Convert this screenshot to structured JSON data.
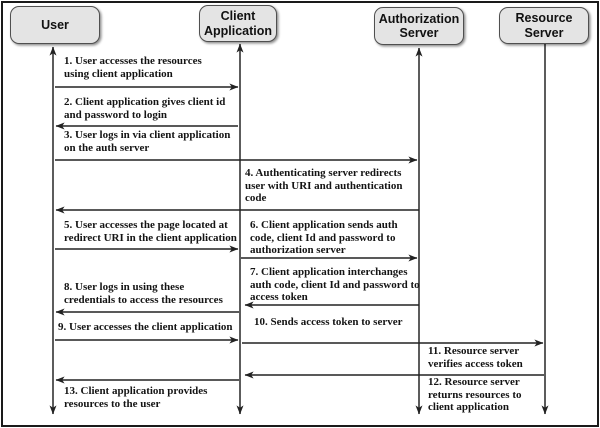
{
  "diagram": {
    "type": "sequence-diagram",
    "colors": {
      "actor_fill": "#e4e4e4",
      "actor_border": "#4f4f4f",
      "line": "#222222",
      "text": "#141414",
      "background": "#ffffff"
    }
  },
  "actors": [
    {
      "label": "User"
    },
    {
      "label": "Client Application"
    },
    {
      "label": "Authorization Server"
    },
    {
      "label": "Resource Server"
    }
  ],
  "messages": [
    {
      "id": 1,
      "label": "1. User accesses the resources\nusing client application",
      "from": "User",
      "to": "Client Application"
    },
    {
      "id": 2,
      "label": "2. Client application gives client id\nand password to login",
      "from": "Client Application",
      "to": "User"
    },
    {
      "id": 3,
      "label": "3. User logs in  via client application\non the auth server",
      "from": "User",
      "to": "Authorization Server"
    },
    {
      "id": 4,
      "label": "4. Authenticating server redirects\nuser with URI and authentication\ncode",
      "from": "Authorization Server",
      "to": "User"
    },
    {
      "id": 5,
      "label": "5. User accesses the page located at\nredirect URI in the client application",
      "from": "User",
      "to": "Client Application"
    },
    {
      "id": 6,
      "label": "6. Client application sends  auth\ncode, client Id and password to\nauthorization server",
      "from": "Client Application",
      "to": "Authorization Server"
    },
    {
      "id": 7,
      "label": "7. Client application interchanges\nauth code, client Id and password to\naccess token",
      "from": "Authorization Server",
      "to": "Client Application"
    },
    {
      "id": 8,
      "label": "8. User logs in using these\ncredentials to access the resources",
      "from": "Client Application",
      "to": "User"
    },
    {
      "id": 9,
      "label": "9. User accesses the client application",
      "from": "User",
      "to": "Client Application"
    },
    {
      "id": 10,
      "label": "10. Sends access token to server",
      "from": "Client Application",
      "to": "Resource Server"
    },
    {
      "id": 11,
      "label": "11. Resource server\nverifies access token"
    },
    {
      "id": 12,
      "label": "12. Resource server\nreturns resources to\nclient application",
      "from": "Resource Server",
      "to": "Client Application"
    },
    {
      "id": 13,
      "label": "13. Client application provides\nresources to the user",
      "from": "Client Application",
      "to": "User"
    }
  ]
}
